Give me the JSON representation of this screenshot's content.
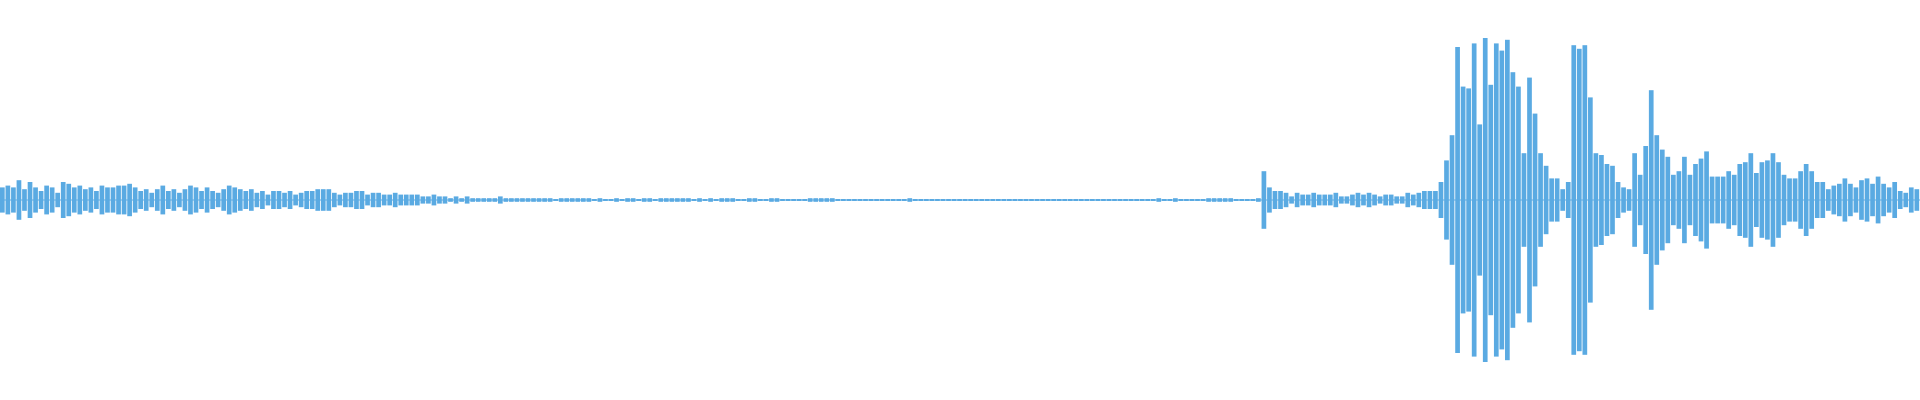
{
  "waveform": {
    "color": "#5aaae2",
    "background": "#ffffff",
    "description_type": "audio-waveform",
    "samples": [
      0.07,
      0.08,
      0.07,
      0.11,
      0.06,
      0.1,
      0.07,
      0.05,
      0.08,
      0.07,
      0.04,
      0.1,
      0.09,
      0.07,
      0.08,
      0.06,
      0.07,
      0.05,
      0.08,
      0.07,
      0.07,
      0.08,
      0.08,
      0.09,
      0.07,
      0.05,
      0.06,
      0.04,
      0.06,
      0.08,
      0.05,
      0.06,
      0.04,
      0.06,
      0.08,
      0.07,
      0.05,
      0.07,
      0.05,
      0.04,
      0.06,
      0.08,
      0.07,
      0.06,
      0.05,
      0.06,
      0.04,
      0.05,
      0.03,
      0.05,
      0.05,
      0.04,
      0.05,
      0.03,
      0.04,
      0.05,
      0.05,
      0.06,
      0.06,
      0.06,
      0.04,
      0.03,
      0.04,
      0.04,
      0.05,
      0.05,
      0.03,
      0.04,
      0.04,
      0.03,
      0.03,
      0.04,
      0.03,
      0.03,
      0.03,
      0.03,
      0.02,
      0.02,
      0.03,
      0.02,
      0.02,
      0.01,
      0.02,
      0.01,
      0.02,
      0.01,
      0.01,
      0.01,
      0.01,
      0.01,
      0.02,
      0.01,
      0.01,
      0.01,
      0.01,
      0.01,
      0.01,
      0.01,
      0.01,
      0.01,
      0.0,
      0.01,
      0.01,
      0.01,
      0.01,
      0.01,
      0.01,
      0.0,
      0.01,
      0.0,
      0.0,
      0.01,
      0.0,
      0.01,
      0.01,
      0.0,
      0.01,
      0.01,
      0.0,
      0.01,
      0.01,
      0.01,
      0.01,
      0.01,
      0.01,
      0.0,
      0.01,
      0.0,
      0.01,
      0.0,
      0.01,
      0.01,
      0.01,
      0.0,
      0.0,
      0.01,
      0.01,
      0.0,
      0.0,
      0.01,
      0.01,
      0.0,
      0.0,
      0.0,
      0.0,
      0.0,
      0.01,
      0.01,
      0.01,
      0.01,
      0.01,
      0.0,
      0.0,
      0.0,
      0.0,
      0.0,
      0.0,
      0.0,
      0.0,
      0.0,
      0.0,
      0.0,
      0.0,
      0.0,
      0.01,
      0.0,
      0.0,
      0.0,
      0.0,
      0.0,
      0.0,
      0.0,
      0.0,
      0.0,
      0.0,
      0.0,
      0.0,
      0.0,
      0.0,
      0.0,
      0.0,
      0.0,
      0.0,
      0.0,
      0.0,
      0.0,
      0.0,
      0.0,
      0.0,
      0.0,
      0.0,
      0.0,
      0.0,
      0.0,
      0.0,
      0.0,
      0.0,
      0.0,
      0.0,
      0.0,
      0.0,
      0.0,
      0.0,
      0.0,
      0.0,
      0.0,
      0.0,
      0.0,
      0.0,
      0.01,
      0.0,
      0.0,
      0.01,
      0.0,
      0.0,
      0.0,
      0.0,
      0.0,
      0.01,
      0.01,
      0.01,
      0.01,
      0.01,
      0.0,
      0.0,
      0.0,
      0.0,
      0.01,
      0.16,
      0.07,
      0.05,
      0.05,
      0.04,
      0.02,
      0.04,
      0.03,
      0.03,
      0.04,
      0.03,
      0.03,
      0.03,
      0.04,
      0.02,
      0.02,
      0.03,
      0.04,
      0.03,
      0.04,
      0.03,
      0.02,
      0.03,
      0.03,
      0.02,
      0.02,
      0.04,
      0.03,
      0.04,
      0.05,
      0.05,
      0.05,
      0.1,
      0.22,
      0.36,
      0.85,
      0.63,
      0.62,
      0.87,
      0.42,
      0.9,
      0.64,
      0.87,
      0.83,
      0.89,
      0.71,
      0.63,
      0.26,
      0.68,
      0.48,
      0.26,
      0.19,
      0.12,
      0.12,
      0.06,
      0.1,
      0.86,
      0.84,
      0.86,
      0.57,
      0.26,
      0.25,
      0.2,
      0.19,
      0.1,
      0.07,
      0.06,
      0.26,
      0.14,
      0.3,
      0.61,
      0.36,
      0.28,
      0.24,
      0.14,
      0.16,
      0.24,
      0.14,
      0.2,
      0.23,
      0.27,
      0.13,
      0.13,
      0.13,
      0.16,
      0.14,
      0.2,
      0.21,
      0.26,
      0.15,
      0.21,
      0.22,
      0.26,
      0.21,
      0.14,
      0.12,
      0.12,
      0.16,
      0.2,
      0.16,
      0.1,
      0.1,
      0.06,
      0.08,
      0.09,
      0.12,
      0.09,
      0.07,
      0.11,
      0.12,
      0.09,
      0.13,
      0.09,
      0.07,
      0.1,
      0.05,
      0.04,
      0.07,
      0.06
    ]
  }
}
